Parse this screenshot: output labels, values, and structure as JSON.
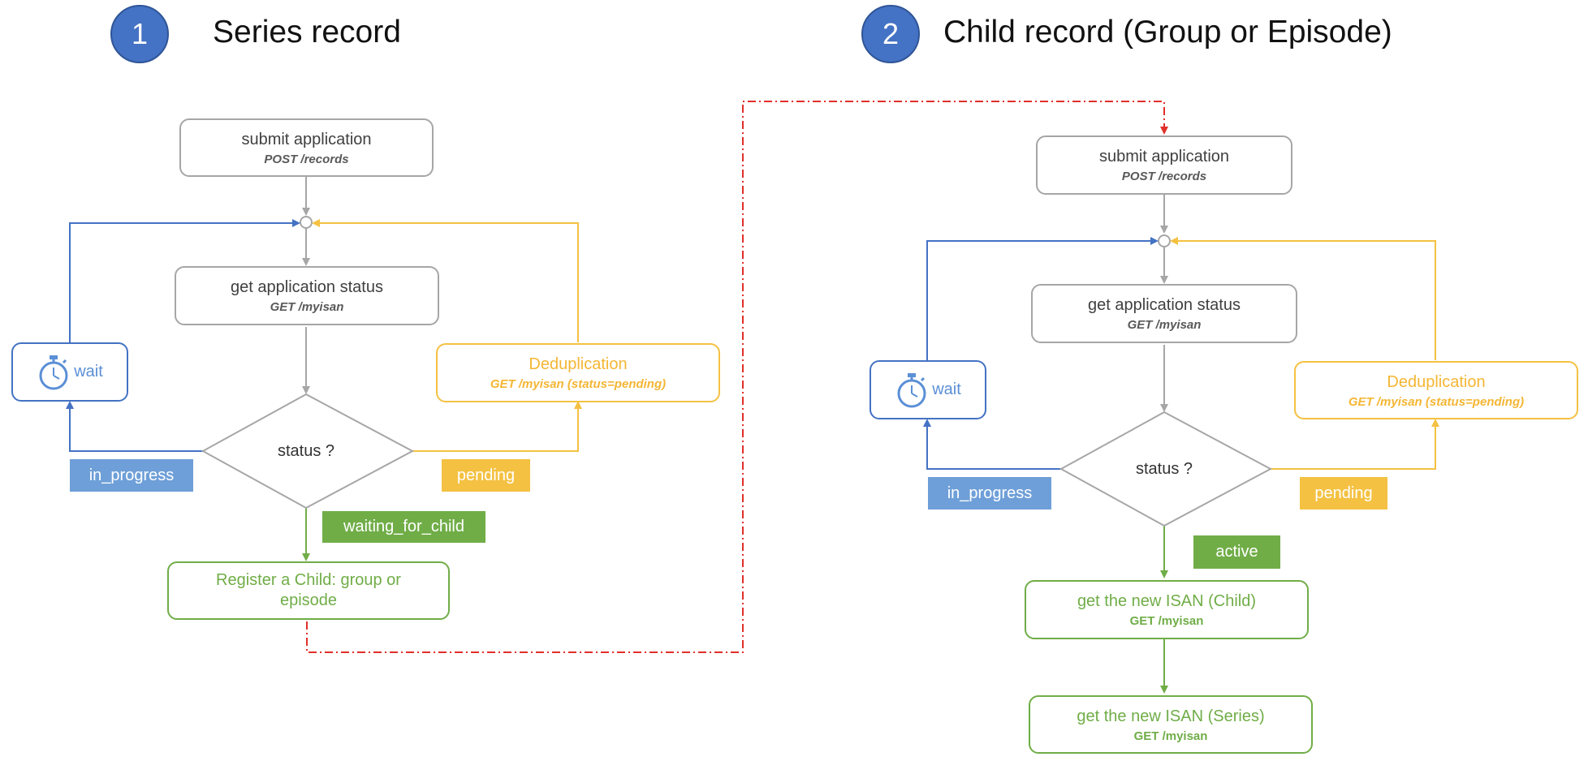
{
  "left": {
    "number": "1",
    "title": "Series record",
    "submit": {
      "label": "submit application",
      "endpoint": "POST /records"
    },
    "status_box": {
      "label": "get application status",
      "endpoint": "GET /myisan"
    },
    "wait": {
      "label": "wait"
    },
    "dedup": {
      "label": "Deduplication",
      "endpoint": "GET /myisan (status=pending)"
    },
    "decision": "status ?",
    "in_progress": "in_progress",
    "pending": "pending",
    "waiting": "waiting_for_child",
    "register": {
      "label": "Register a Child: group or episode"
    }
  },
  "right": {
    "number": "2",
    "title": "Child record (Group or Episode)",
    "submit": {
      "label": "submit application",
      "endpoint": "POST /records"
    },
    "status_box": {
      "label": "get application status",
      "endpoint": "GET /myisan"
    },
    "wait": {
      "label": "wait"
    },
    "dedup": {
      "label": "Deduplication",
      "endpoint": "GET /myisan (status=pending)"
    },
    "decision": "status ?",
    "in_progress": "in_progress",
    "pending": "pending",
    "active": "active",
    "isan_child": {
      "label": "get the new ISAN (Child)",
      "endpoint": "GET /myisan"
    },
    "isan_series": {
      "label": "get the new ISAN (Series)",
      "endpoint": "GET /myisan"
    }
  },
  "colors": {
    "gray": "#a6a6a6",
    "blue": "#4472c4",
    "yellow": "#f4c142",
    "green": "#70ad47",
    "red": "#e0302a"
  },
  "icons": [
    "stopwatch-icon"
  ]
}
